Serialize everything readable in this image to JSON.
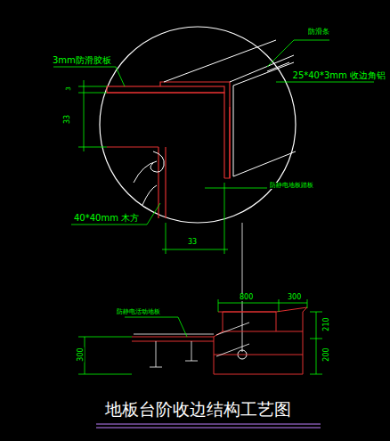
{
  "diagram": {
    "title": "地板台阶收边结构工艺图",
    "labels": [
      "3mm防滑胶板",
      "3",
      "33",
      "防滑条",
      "25*40*3mm 收边角铝",
      "防静电地板踏板",
      "40*40mm 木方",
      "33",
      "防静电活动地板",
      "800",
      "300",
      "210",
      "200",
      "300"
    ]
  }
}
